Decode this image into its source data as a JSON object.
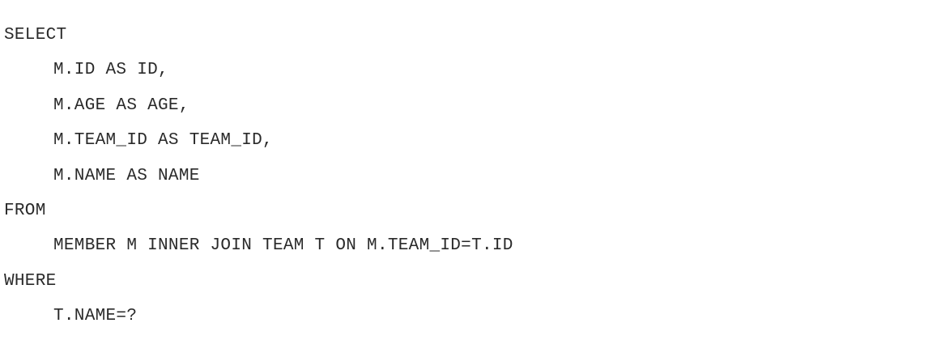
{
  "code": {
    "lines": [
      {
        "text": "SELECT",
        "indent": 0
      },
      {
        "text": "M.ID AS ID,",
        "indent": 1
      },
      {
        "text": "M.AGE AS AGE,",
        "indent": 1
      },
      {
        "text": "M.TEAM_ID AS TEAM_ID,",
        "indent": 1
      },
      {
        "text": "M.NAME AS NAME",
        "indent": 1
      },
      {
        "text": "FROM",
        "indent": 0
      },
      {
        "text": "MEMBER M INNER JOIN TEAM T ON M.TEAM_ID=T.ID",
        "indent": 1
      },
      {
        "text": "WHERE",
        "indent": 0
      },
      {
        "text": "T.NAME=?",
        "indent": 1
      }
    ]
  }
}
